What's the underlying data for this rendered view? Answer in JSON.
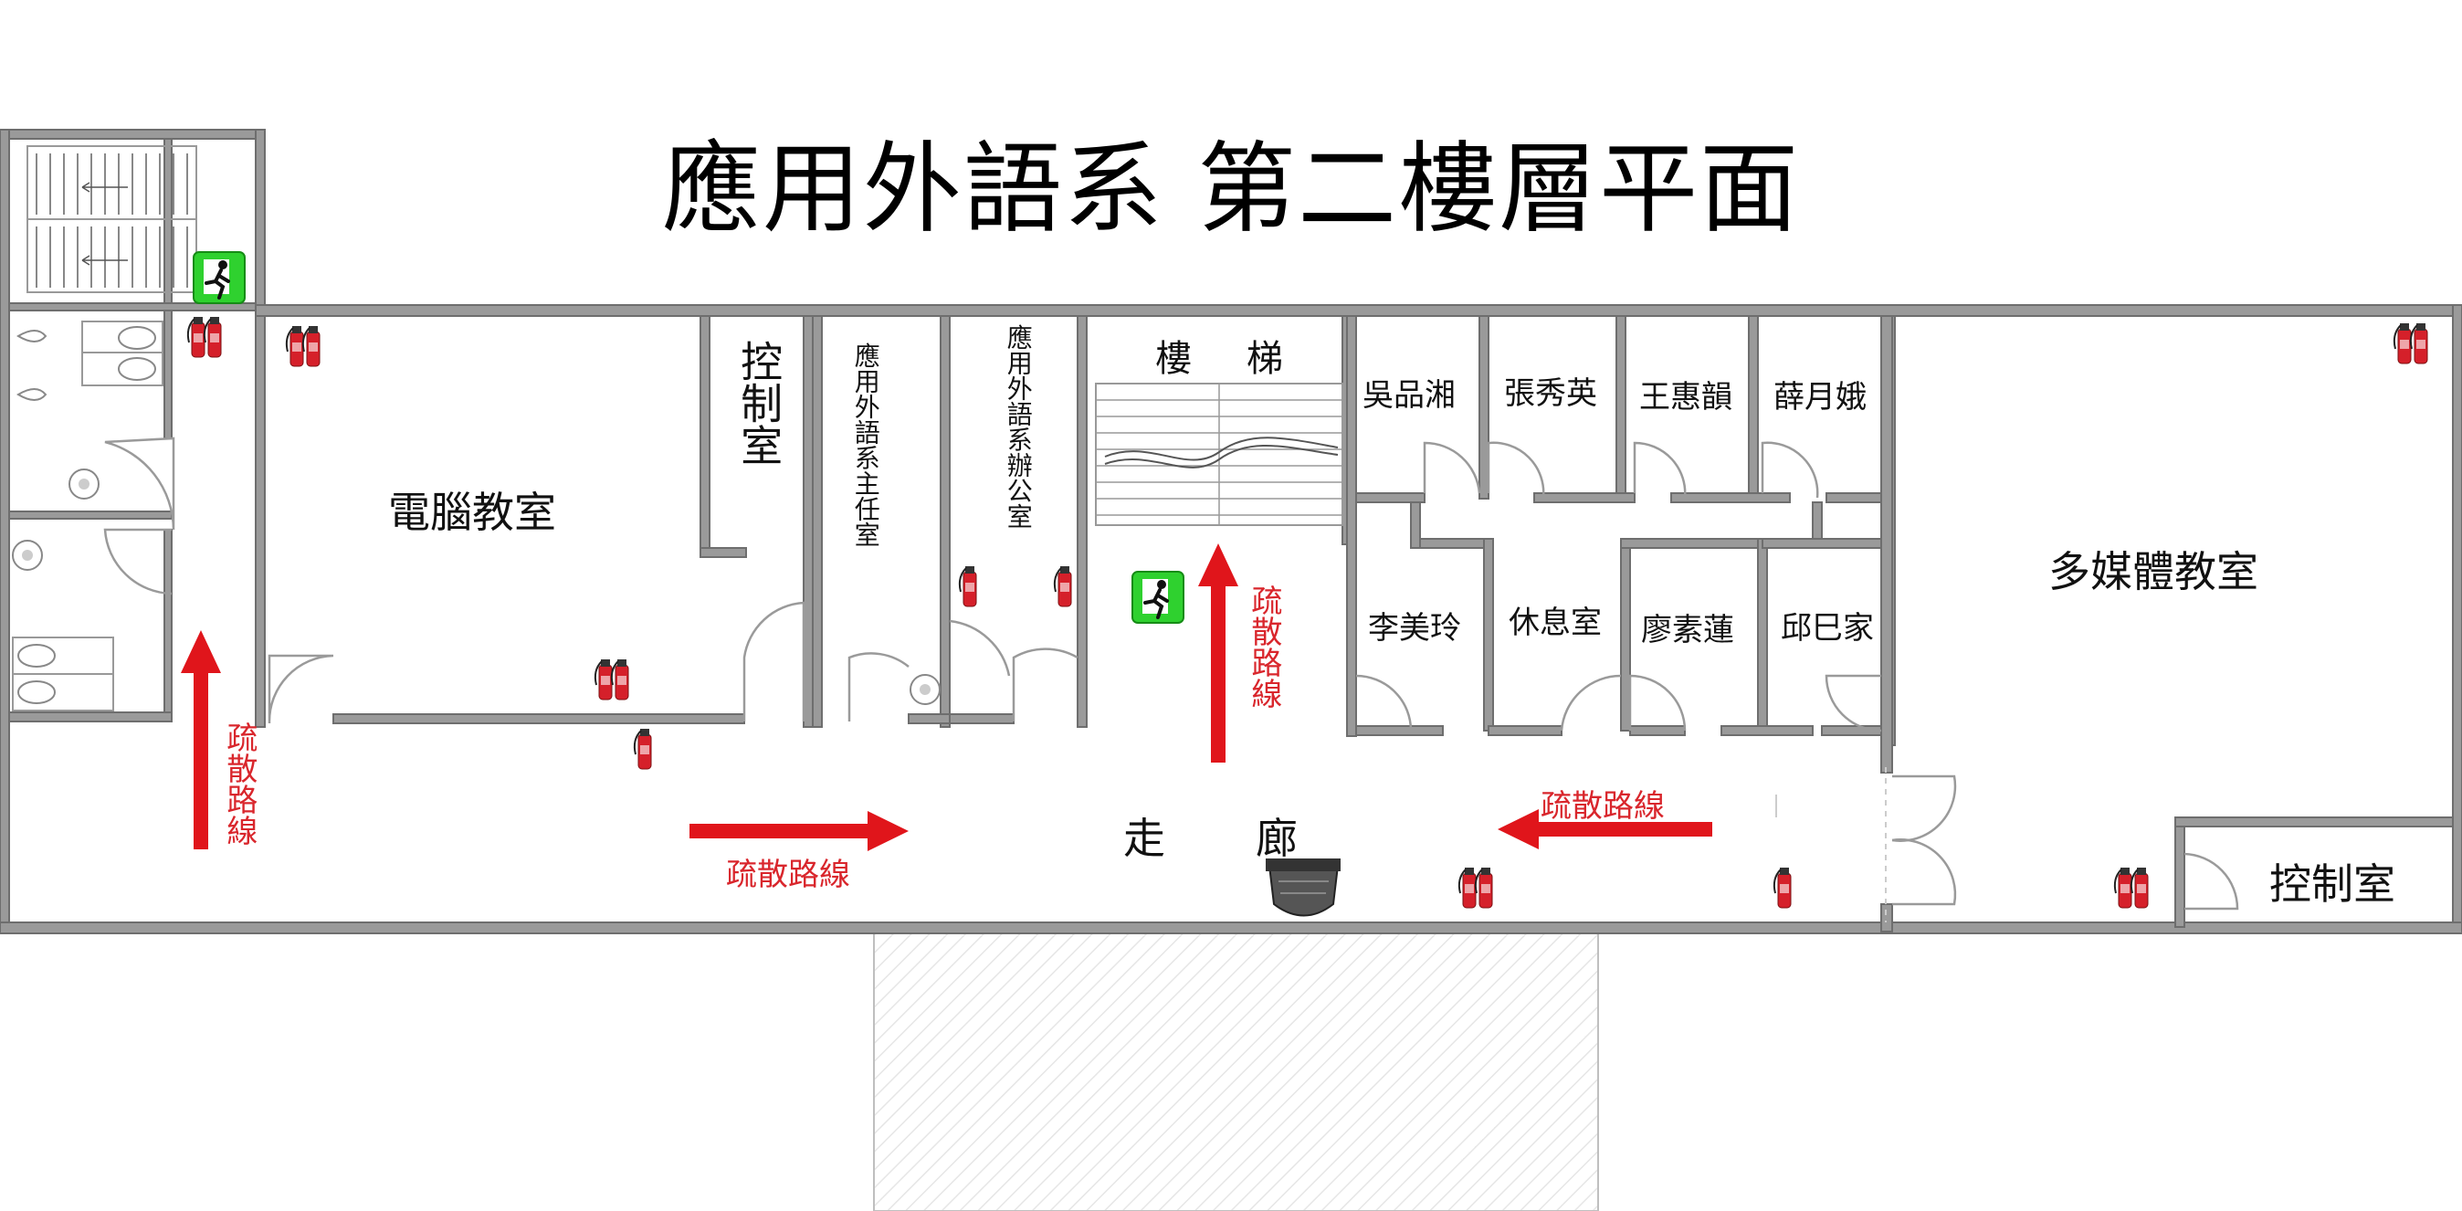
{
  "title": "應用外語系 第二樓層平面",
  "rooms": {
    "computer_lab": "電腦教室",
    "control_room_1": "控制室",
    "dept_head": "應用外語系主任室",
    "dept_office": "應用外語系辦公室",
    "stairs": "樓　梯",
    "wu": "吳品湘",
    "zhang": "張秀英",
    "wang": "王惠韻",
    "xue": "薛月娥",
    "li": "李美玲",
    "lounge": "休息室",
    "liao": "廖素蓮",
    "qiu": "邱巳家",
    "multimedia": "多媒體教室",
    "control_room_2": "控制室",
    "corridor_1": "走",
    "corridor_2": "廊"
  },
  "evacuation": {
    "left_vertical": "疏散路線",
    "center_horizontal": "疏散路線",
    "stairs_vertical": "疏散路線",
    "right_horizontal": "疏散路線"
  },
  "colors": {
    "wall": "#9a9a9a",
    "evacuation_red": "#e0151b",
    "exit_green": "#2fd12f",
    "extinguisher_red": "#d5202a"
  },
  "icons": [
    "fire-extinguisher-icon",
    "emergency-exit-icon",
    "evacuation-arrow-icon",
    "toilet-icon",
    "sink-icon"
  ]
}
